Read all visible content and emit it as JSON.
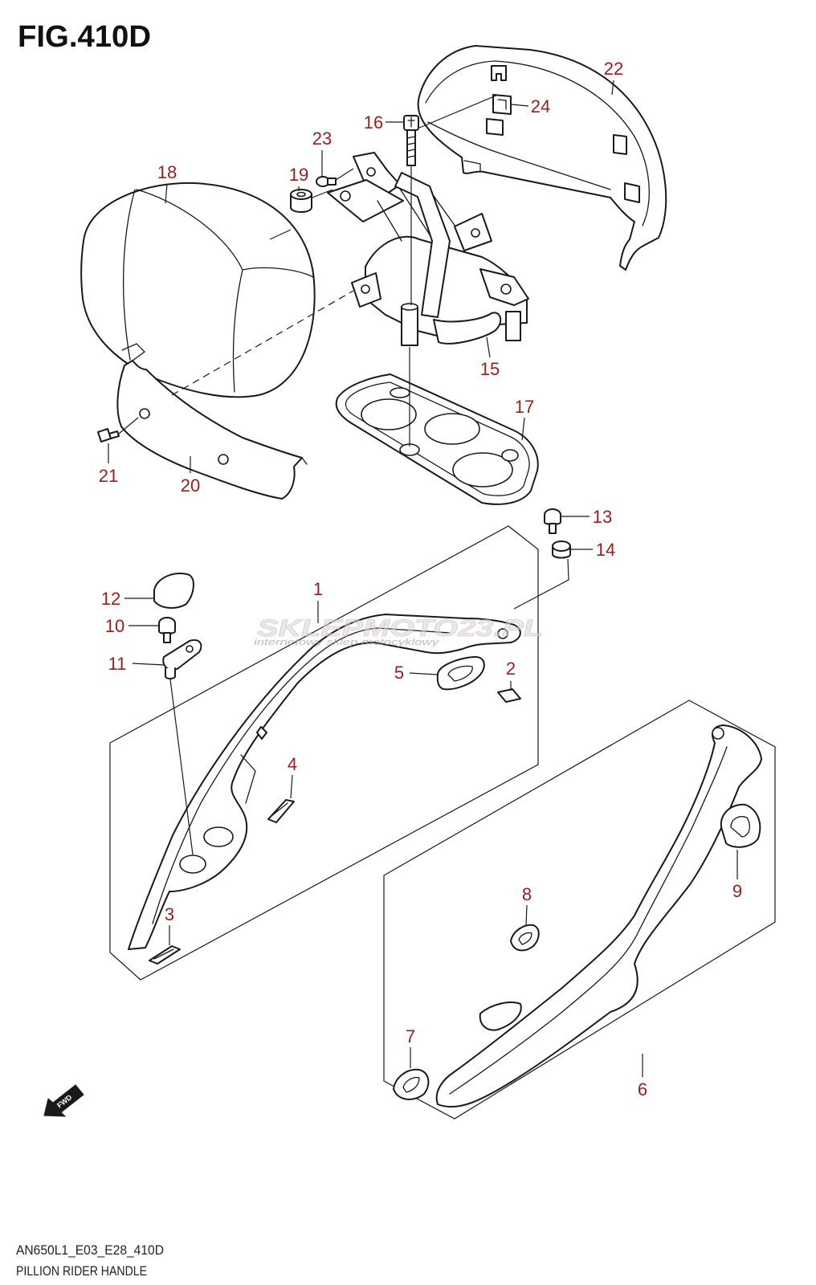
{
  "figure": {
    "title": "FIG.410D",
    "code": "AN650L1_E03_E28_410D",
    "name": "PILLION RIDER HANDLE"
  },
  "callouts": {
    "p1": "1",
    "p2": "2",
    "p3": "3",
    "p4": "4",
    "p5": "5",
    "p6": "6",
    "p7": "7",
    "p8": "8",
    "p9": "9",
    "p10": "10",
    "p11": "11",
    "p12": "12",
    "p13": "13",
    "p14": "14",
    "p15": "15",
    "p16": "16",
    "p17": "17",
    "p18": "18",
    "p19": "19",
    "p20": "20",
    "p21": "21",
    "p22": "22",
    "p23": "23",
    "p24": "24"
  },
  "direction_marker": {
    "label": "FWD",
    "icon": "forward-arrow-icon"
  },
  "watermark": {
    "brand": "SKLEPMOTO23.PL",
    "tagline": "internetowy sklep motocyklowy"
  },
  "colors": {
    "callout": "#9e1c1c",
    "line": "#1a1a1a",
    "background": "#ffffff"
  }
}
